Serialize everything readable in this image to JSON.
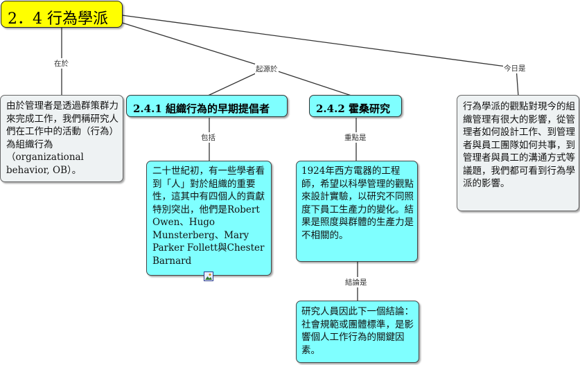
{
  "title": "2．4 行為學派",
  "link_labels": {
    "in": "在於",
    "origin": "起源於",
    "today": "今日是",
    "includes": "包括",
    "focus": "重點是",
    "conclusion": "結論是"
  },
  "nodes": {
    "definition": "由於管理者是透過群策群力來完成工作，我們稱研究人們在工作中的活動（行為）為組織行為（organizational behavior, OB）。",
    "early_advocates_title": "2.4.1  組織行為的早期提倡者",
    "early_advocates_body": "二十世紀初，有一些學者看到「人」對於組織的重要性，這其中有四個人的貢獻特別突出，他們是Robert Owen、Hugo Munsterberg、Mary Parker Follett與Chester Barnard",
    "hawthorne_title": "2.4.2  霍桑研究",
    "hawthorne_body": "1924年西方電器的工程師，希望以科學管理的觀點來設計實驗，以研究不同照度下員工生產力的變化。結果是照度與群體的生產力是不相關的。",
    "hawthorne_conclusion": "研究人員因此下一個結論：社會規範或團體標準，是影響個人工作行為的關鍵因素。",
    "today": "行為學派的觀點對現今的組織管理有很大的影響，從管理者如何設計工作、到管理者與員工團隊如何共事，到管理者與員工的溝通方式等議題，我們都可看到行為學派的影響。"
  },
  "icons": {
    "attachment": "image-attachment-icon"
  },
  "colors": {
    "title_fill": "#ffff00",
    "head_fill": "#7fffff",
    "note_fill": "#eef2f3"
  }
}
